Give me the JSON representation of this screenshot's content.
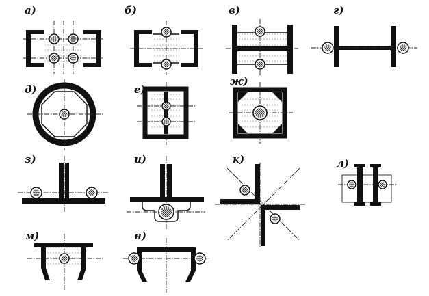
{
  "figure": {
    "labels": {
      "a": "а)",
      "b": "б)",
      "v": "в)",
      "g": "г)",
      "d": "д)",
      "e": "е)",
      "zh": "ж)",
      "z": "з)",
      "i": "и)",
      "k": "к)",
      "l": "л)",
      "m": "м)",
      "n": "н)"
    }
  }
}
